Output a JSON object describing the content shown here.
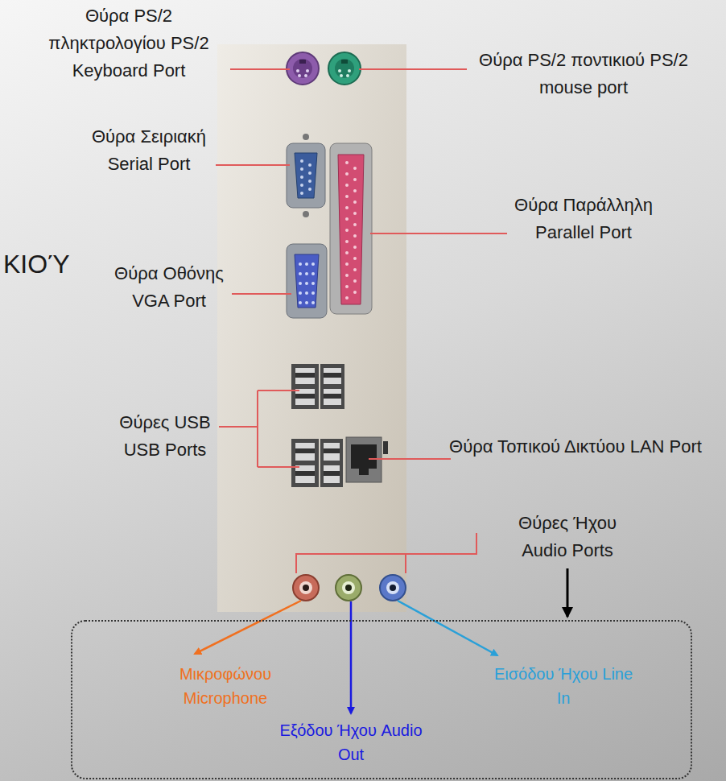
{
  "diagram": {
    "nodes": [
      {
        "text": [
          "Μικροφώνου Microphone",
          "Εξόδου Ήχου Audio Out",
          "Εισόδου Ήχου Line In"
        ]
      }
    ],
    "labels": [
      "Θύρα PS/2 πληκτρολογίου PS/2 Keyboard Port",
      "Θύρα PS/2 ποντικιού PS/2 mouse port",
      "Θύρα Σειριακή Serial Port",
      "Θύρα Παράλληλη Parallel Port",
      "ΚΙΟΎ",
      "Θύρα Οθόνης VGA Port",
      "Θύρες USB USB Ports",
      "Θύρα Τοπικού Δικτύου LAN Port",
      "Θύρες Ήχου Audio Ports"
    ]
  }
}
